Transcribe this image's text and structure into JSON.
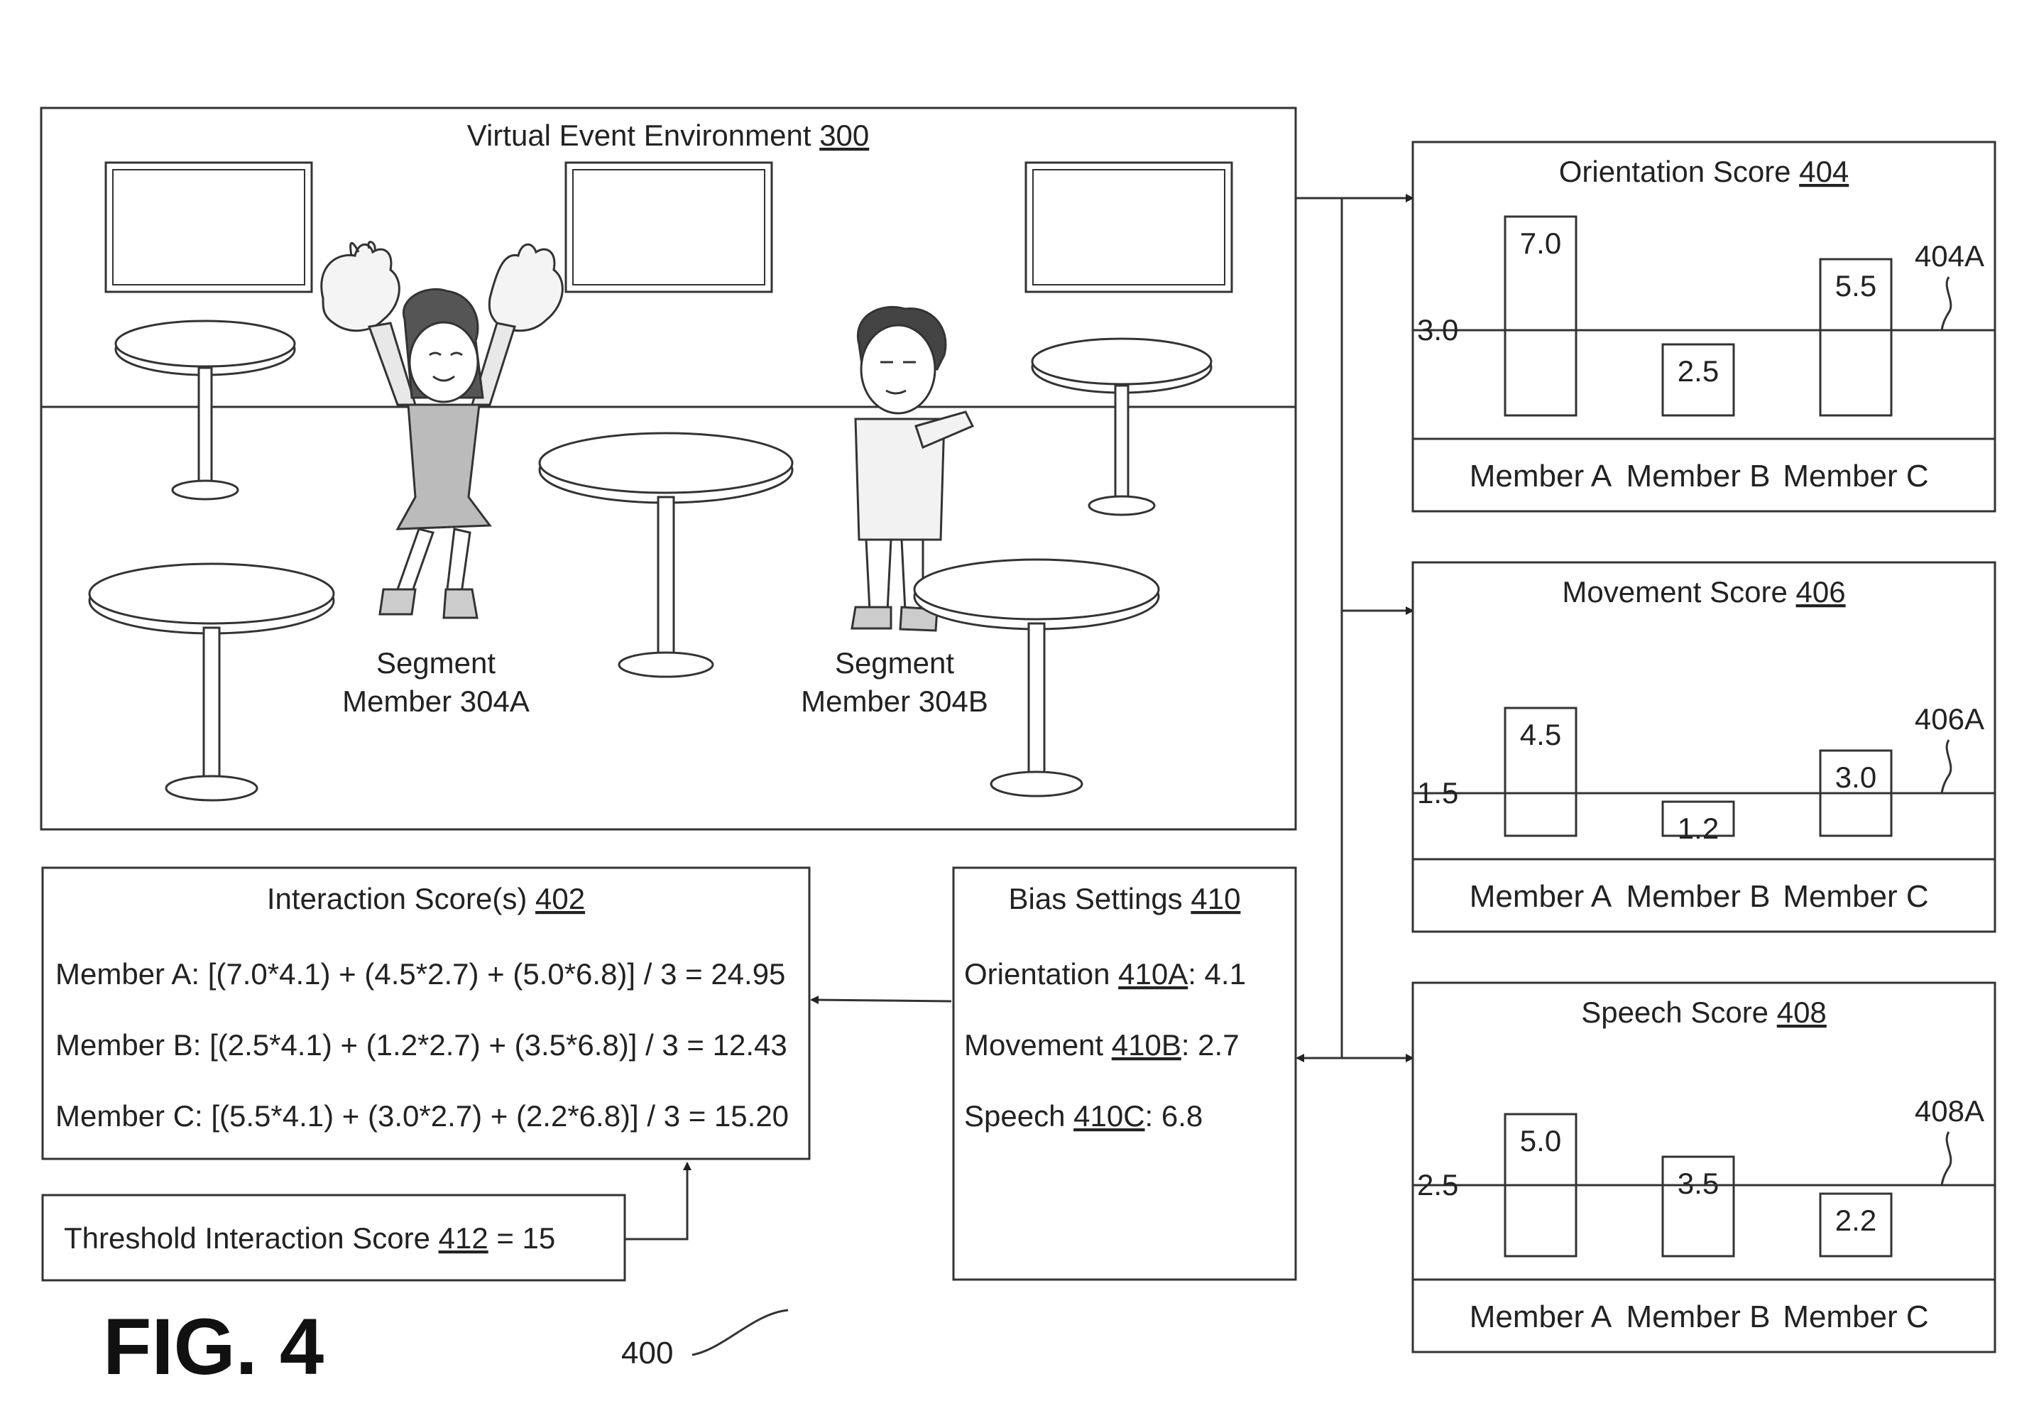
{
  "environment": {
    "title_prefix": "Virtual Event Environment",
    "title_ref": "300",
    "member_a": {
      "line1": "Segment",
      "line2": "Member 304A"
    },
    "member_b": {
      "line1": "Segment",
      "line2": "Member 304B"
    }
  },
  "interaction": {
    "title_prefix": "Interaction Score(s)",
    "title_ref": "402",
    "rows": [
      {
        "label": "Member A:",
        "formula": "[(7.0*4.1) + (4.5*2.7) + (5.0*6.8)] / 3 =  24.95"
      },
      {
        "label": "Member B:",
        "formula": " [(2.5*4.1) + (1.2*2.7) + (3.5*6.8)] / 3 = 12.43"
      },
      {
        "label": "Member C:",
        "formula": "[(5.5*4.1) + (3.0*2.7) + (2.2*6.8)] / 3 = 15.20"
      }
    ]
  },
  "threshold": {
    "label": "Threshold Interaction Score",
    "ref": "412",
    "value": "= 15"
  },
  "bias": {
    "title_prefix": "Bias Settings",
    "title_ref": "410",
    "rows": [
      {
        "label": "Orientation",
        "ref": "410A",
        "value": ": 4.1"
      },
      {
        "label": "Movement",
        "ref": "410B",
        "value": ": 2.7"
      },
      {
        "label": "Speech",
        "ref": "410C",
        "value": ": 6.8"
      }
    ]
  },
  "figure": {
    "label": "FIG. 4",
    "ref": "400"
  },
  "chart_data": [
    {
      "type": "bar",
      "title_prefix": "Orientation Score",
      "title_ref": "404",
      "categories": [
        "Member A",
        "Member B",
        "Member C"
      ],
      "values": [
        7.0,
        2.5,
        5.5
      ],
      "value_labels": [
        "7.0",
        "2.5",
        "5.5"
      ],
      "threshold": 3.0,
      "threshold_label": "3.0",
      "threshold_ref": "404A"
    },
    {
      "type": "bar",
      "title_prefix": "Movement Score",
      "title_ref": "406",
      "categories": [
        "Member A",
        "Member B",
        "Member C"
      ],
      "values": [
        4.5,
        1.2,
        3.0
      ],
      "value_labels": [
        "4.5",
        "1.2",
        "3.0"
      ],
      "threshold": 1.5,
      "threshold_label": "1.5",
      "threshold_ref": "406A"
    },
    {
      "type": "bar",
      "title_prefix": "Speech Score",
      "title_ref": "408",
      "categories": [
        "Member A",
        "Member B",
        "Member C"
      ],
      "values": [
        5.0,
        3.5,
        2.2
      ],
      "value_labels": [
        "5.0",
        "3.5",
        "2.2"
      ],
      "threshold": 2.5,
      "threshold_label": "2.5",
      "threshold_ref": "408A"
    }
  ]
}
